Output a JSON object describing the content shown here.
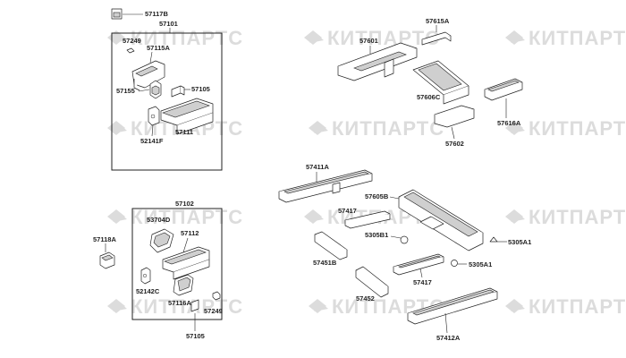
{
  "watermark": {
    "text": "КИТПАРТС"
  },
  "labels": {
    "l57117B": "57117B",
    "l57101": "57101",
    "l57249a": "57249",
    "l57115A": "57115A",
    "l57155": "57155",
    "l57105a": "57105",
    "l52141F": "52141F",
    "l57111": "57111",
    "l57102": "57102",
    "l53704D": "53704D",
    "l57118A": "57118A",
    "l57112": "57112",
    "l52142C": "52142C",
    "l57116A": "57116A",
    "l57249b": "57249",
    "l57105b": "57105",
    "l57615A": "57615A",
    "l57601": "57601",
    "l57606C": "57606C",
    "l57616A": "57616A",
    "l57602": "57602",
    "l57411A": "57411A",
    "l57605B": "57605B",
    "l57417a": "57417",
    "l5305B1": "5305B1",
    "l5305A1a": "5305A1",
    "l57451B": "57451B",
    "l5305A1b": "5305A1",
    "l57452": "57452",
    "l57417b": "57417",
    "l57412A": "57412A"
  },
  "colors": {
    "line": "#222222",
    "watermark": "#dcdcdc",
    "part_shade": "#cfcfcf",
    "background": "#ffffff"
  }
}
